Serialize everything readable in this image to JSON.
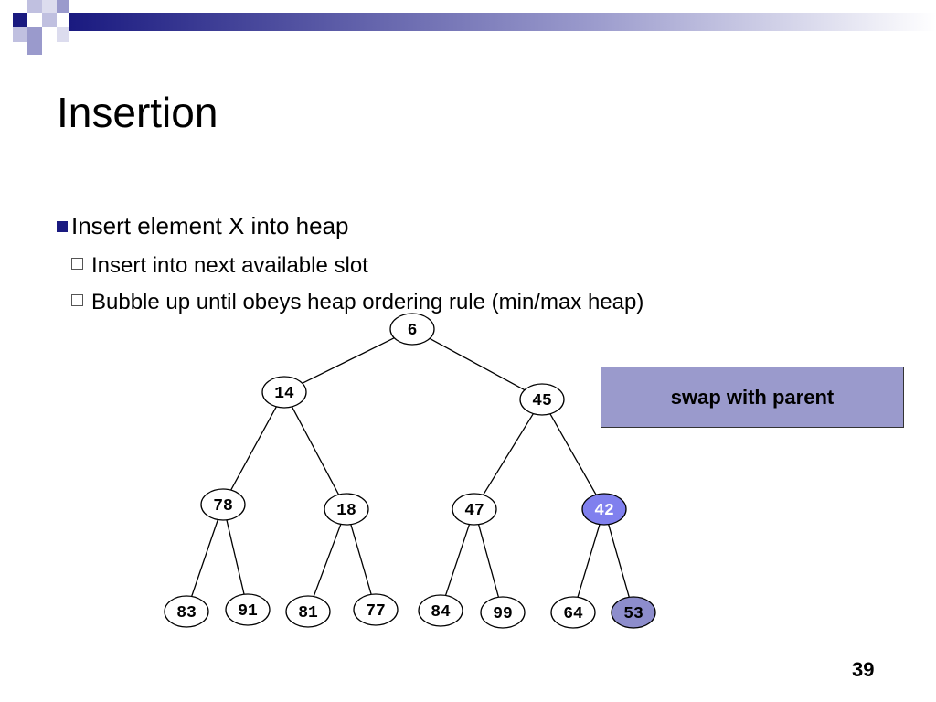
{
  "slide": {
    "title": "Insertion",
    "bullet": "Insert element X into heap",
    "sub_bullets": [
      "Insert into next available slot",
      "Bubble up until obeys heap ordering rule (min/max heap)"
    ],
    "callout": "swap with parent",
    "page_number": "39"
  },
  "colors": {
    "accent": "#1a1a80",
    "highlight_node": "#8080ee",
    "inserted_node": "#8d8dcc",
    "callout_fill": "#9a9acc"
  },
  "tree": {
    "nodes": [
      {
        "id": "n6",
        "label": "6"
      },
      {
        "id": "n14",
        "label": "14"
      },
      {
        "id": "n45",
        "label": "45"
      },
      {
        "id": "n78",
        "label": "78"
      },
      {
        "id": "n18",
        "label": "18"
      },
      {
        "id": "n47",
        "label": "47"
      },
      {
        "id": "n42",
        "label": "42",
        "state": "highlight"
      },
      {
        "id": "n83",
        "label": "83"
      },
      {
        "id": "n91",
        "label": "91"
      },
      {
        "id": "n81",
        "label": "81"
      },
      {
        "id": "n77",
        "label": "77"
      },
      {
        "id": "n84",
        "label": "84"
      },
      {
        "id": "n99",
        "label": "99"
      },
      {
        "id": "n64",
        "label": "64"
      },
      {
        "id": "n53",
        "label": "53",
        "state": "inserted"
      }
    ],
    "edges": [
      [
        "n6",
        "n14"
      ],
      [
        "n6",
        "n45"
      ],
      [
        "n14",
        "n78"
      ],
      [
        "n14",
        "n18"
      ],
      [
        "n45",
        "n47"
      ],
      [
        "n45",
        "n42"
      ],
      [
        "n78",
        "n83"
      ],
      [
        "n78",
        "n91"
      ],
      [
        "n18",
        "n81"
      ],
      [
        "n18",
        "n77"
      ],
      [
        "n47",
        "n84"
      ],
      [
        "n47",
        "n99"
      ],
      [
        "n42",
        "n64"
      ],
      [
        "n42",
        "n53"
      ]
    ]
  }
}
